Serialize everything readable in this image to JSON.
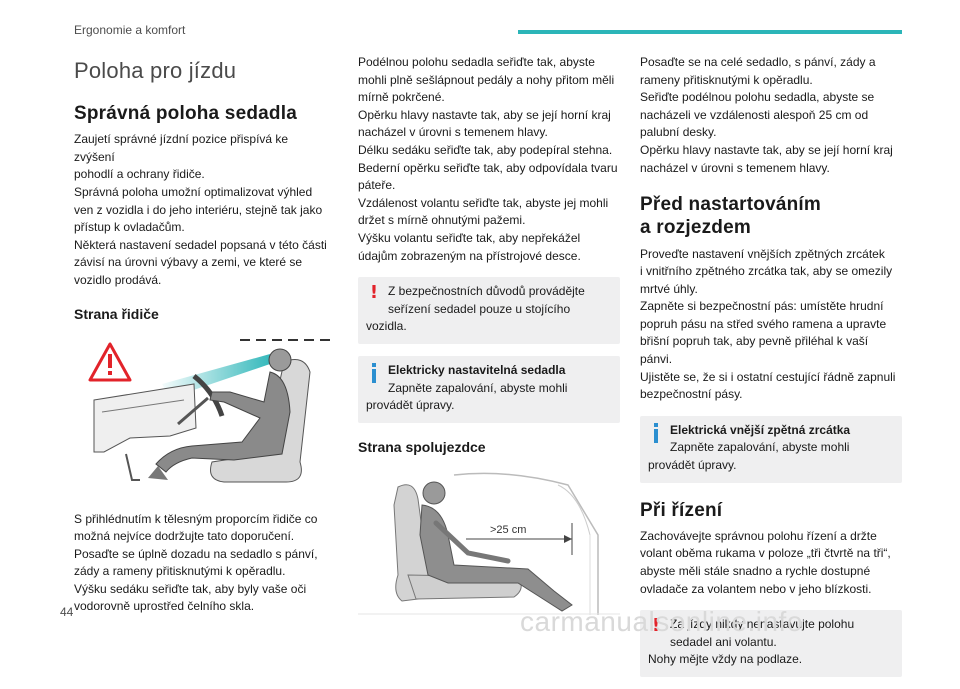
{
  "header": {
    "section": "Ergonomie a komfort",
    "accent_color": "#2bb5b8"
  },
  "page_number": "44",
  "watermark": "carmanualsonline.info",
  "col1": {
    "chapter_title": "Poloha pro jízdu",
    "heading1": "Správná poloha sedadla",
    "intro": [
      "Zaujetí správné jízdní pozice přispívá ke zvýšení",
      "pohodlí a ochrany řidiče.",
      "Správná poloha umožní optimalizovat výhled",
      "ven z vozidla i do jeho interiéru, stejně tak jako",
      "přístup k ovladačům.",
      "Některá nastavení sedadel popsaná v této části",
      "závisí na úrovni výbavy a zemi, ve které se",
      "vozidlo prodává."
    ],
    "driver_heading": "Strana řidiče",
    "driver_text": [
      "S přihlédnutím k tělesným proporcím řidiče co",
      "možná nejvíce dodržujte tato doporučení.",
      "Posaďte se úplně dozadu na sedadlo s pánví,",
      "zády a rameny přitisknutými k opěradlu.",
      "Výšku sedáku seřiďte tak, aby byly vaše oči",
      "vodorovně uprostřed čelního skla."
    ]
  },
  "col2": {
    "text": [
      "Podélnou polohu sedadla seřiďte tak, abyste",
      "mohli plně sešlápnout pedály a nohy přitom měli",
      "mírně pokrčené.",
      "Opěrku hlavy nastavte tak, aby se její horní kraj",
      "nacházel v úrovni s temenem hlavy.",
      "Délku sedáku seřiďte tak, aby podepíral stehna.",
      "Bederní opěrku seřiďte tak, aby odpovídala tvaru",
      "páteře.",
      "Vzdálenost volantu seřiďte tak, abyste jej mohli",
      "držet s mírně ohnutými pažemi.",
      "Výšku volantu seřiďte tak, aby nepřekážel",
      "údajům zobrazeným na přístrojové desce."
    ],
    "warning1": {
      "first": "Z bezpečnostních důvodů provádějte",
      "rest": [
        "seřízení sedadel pouze u stojícího",
        "vozidla."
      ]
    },
    "info1": {
      "title": "Elektricky nastavitelná sedadla",
      "rest_first": "Zapněte zapalování, abyste mohli",
      "rest": [
        "provádět úpravy."
      ]
    },
    "passenger_heading": "Strana spolujezdce",
    "distance_label": ">25 cm"
  },
  "col3": {
    "text": [
      "Posaďte se na celé sedadlo, s pánví, zády a",
      "rameny přitisknutými k opěradlu.",
      "Seřiďte podélnou polohu sedadla, abyste se",
      "nacházeli ve vzdálenosti alespoň 25 cm od",
      "palubní desky.",
      "Opěrku hlavy nastavte tak, aby se její horní kraj",
      "nacházel v úrovni s temenem hlavy."
    ],
    "heading2_line1": "Před nastartováním",
    "heading2_line2": "a rozjezdem",
    "start_text": [
      "Proveďte nastavení vnějších zpětných zrcátek",
      "i vnitřního zpětného zrcátka tak, aby se omezily",
      "mrtvé úhly.",
      "Zapněte si bezpečnostní pás: umístěte hrudní",
      "popruh pásu na střed svého ramena a upravte",
      "břišní popruh tak, aby pevně přiléhal k vaší",
      "pánvi.",
      "Ujistěte se, že si i ostatní cestující řádně zapnuli",
      "bezpečnostní pásy."
    ],
    "info2": {
      "title": "Elektrická vnější zpětná zrcátka",
      "rest_first": "Zapněte zapalování, abyste mohli",
      "rest": [
        "provádět úpravy."
      ]
    },
    "heading3": "Při řízení",
    "driving_text": [
      "Zachovávejte správnou polohu řízení a držte",
      "volant oběma rukama v poloze „tři čtvrtě na tři“,",
      "abyste měli stále snadno a rychle dostupné",
      "ovladače za volantem nebo v jeho blízkosti."
    ],
    "warning2": {
      "first": "Za jízdy nikdy nenastavujte polohu",
      "rest": [
        "sedadel ani volantu.",
        "Nohy mějte vždy na podlaze."
      ]
    }
  }
}
